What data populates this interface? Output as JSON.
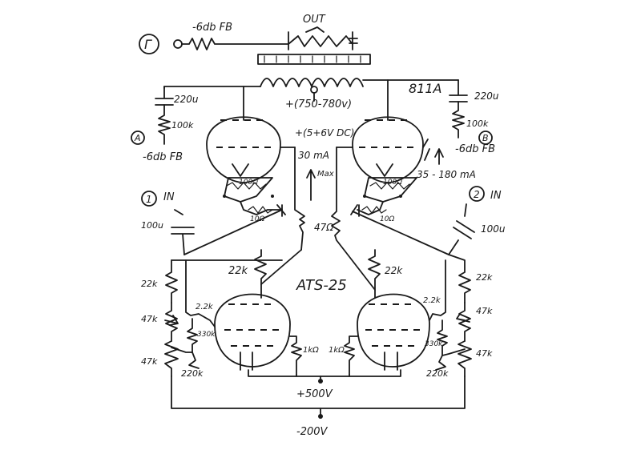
{
  "labels": {
    "out": "OUT",
    "fb_top": "-6db FB",
    "gamma": "Γ",
    "cap_left_top": "220u",
    "res_left_100k": "100k",
    "node_a": "A",
    "fb_left": "-6db FB",
    "hv_plate": "+(750-780v)",
    "filament": "+(5+6V DC)",
    "current_30ma": "30 mA",
    "max_label": "Max",
    "tube_right_name": "811A",
    "cap_right_top": "220u",
    "res_right_100k": "100k",
    "node_b": "B",
    "fb_right": "-6db FB",
    "current_range": "35 - 180 mA",
    "in1_num": "1",
    "in1": "IN",
    "cap_in1": "100u",
    "in2_num": "2",
    "in2": "IN",
    "cap_in2": "100u",
    "r100_left": "100Ω",
    "r10_left": "10Ω",
    "r100_right": "100Ω",
    "r10_right": "10Ω",
    "r47": "47Ω",
    "r22k_left_plate": "22k",
    "r22k_right_plate": "22k",
    "driver_tube": "ATS-25",
    "left_22k": "22k",
    "left_47k_a": "47k",
    "left_47k_b": "47k",
    "left_2_2k": "2.2k",
    "left_330k": "330k",
    "left_220k": "220k",
    "left_1k": "1kΩ",
    "right_22k": "22k",
    "right_47k_a": "47k",
    "right_47k_b": "47k",
    "right_2_2k": "2.2k",
    "right_330k": "330k",
    "right_220k": "220k",
    "right_1k": "1kΩ",
    "b_plus": "+500V",
    "b_minus": "-200V"
  }
}
